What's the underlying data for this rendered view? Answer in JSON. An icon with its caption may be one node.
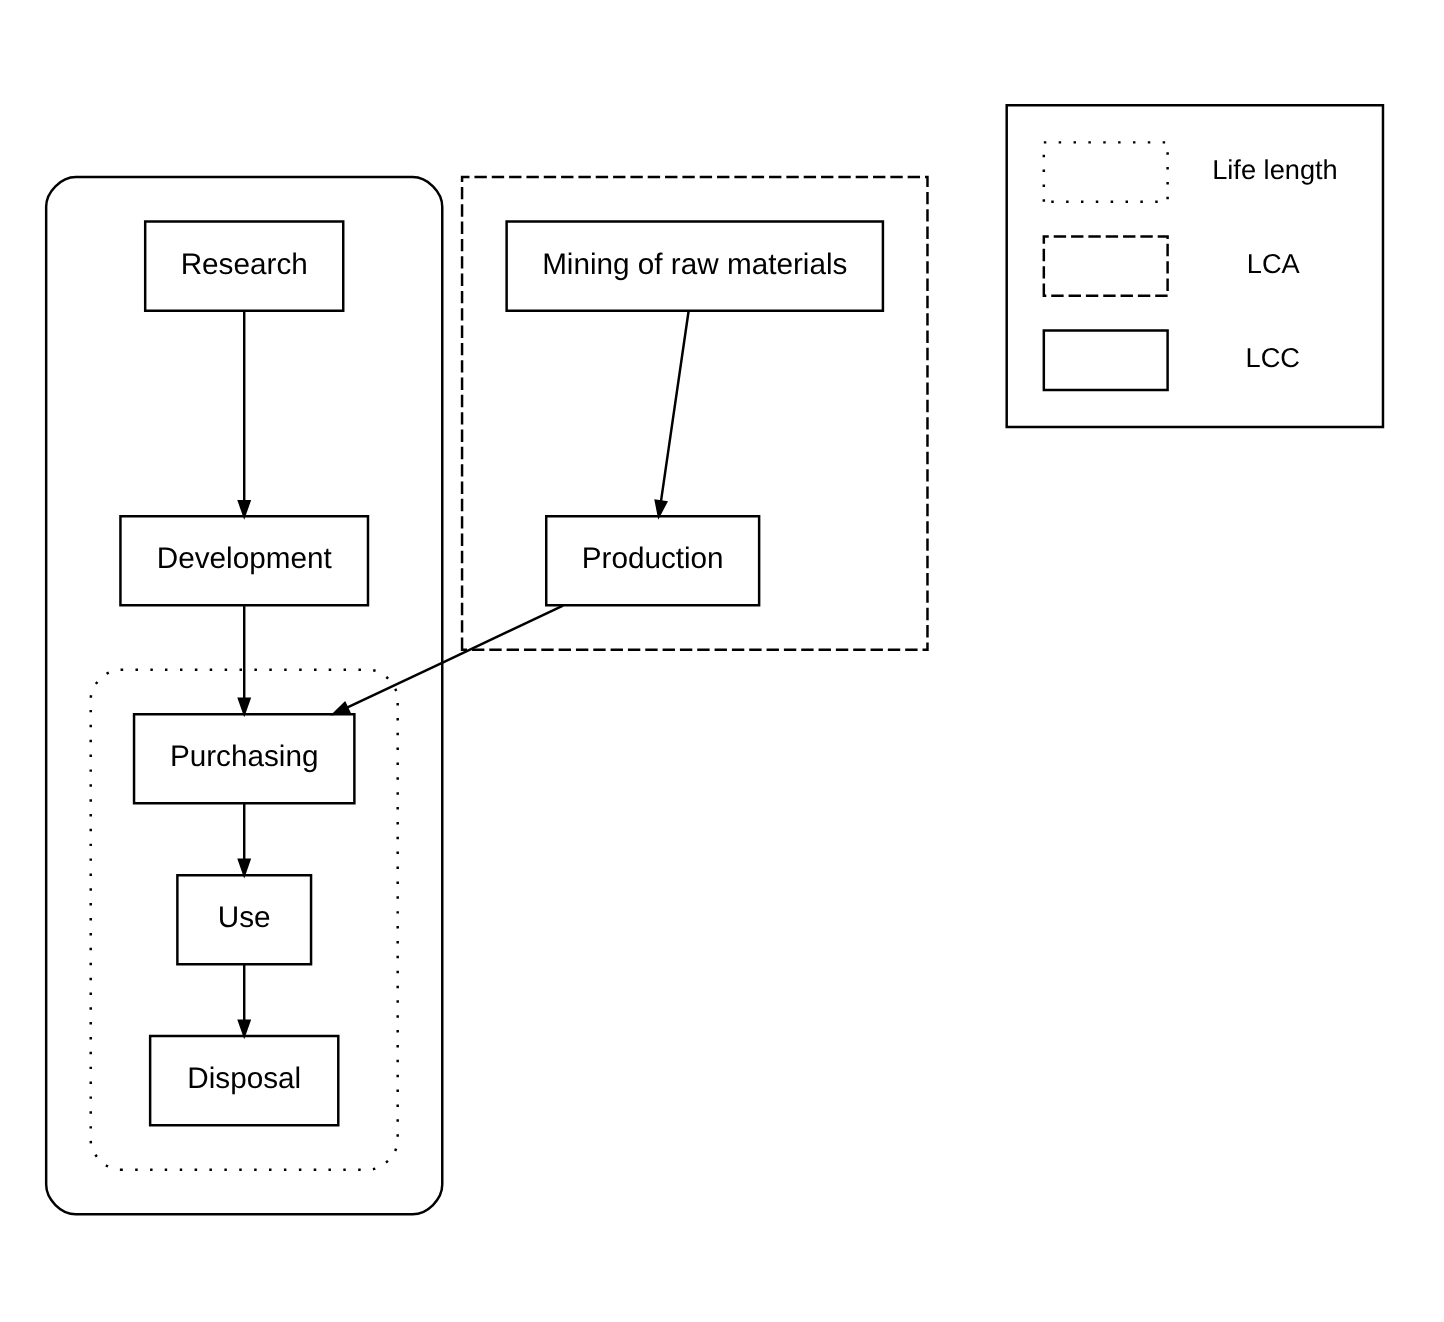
{
  "diagram": {
    "nodes": [
      {
        "text": [],
        "shape": "box"
      },
      {
        "text": [
          "Research"
        ],
        "in": 0
      },
      {
        "text": [
          "Development"
        ],
        "in": 0
      },
      {
        "text": [],
        "shape": "box",
        "in": 0
      },
      {
        "text": [
          "Purchasing"
        ],
        "in": 3
      },
      {
        "text": [
          "Use"
        ],
        "in": 3
      },
      {
        "text": [
          "Disposal"
        ],
        "in": 3
      },
      {
        "text": [],
        "shape": "box"
      },
      {
        "text": [
          "Mining of raw materials"
        ],
        "in": 7
      },
      {
        "text": [
          "Production"
        ],
        "in": 7
      }
    ],
    "edges": [
      {
        "from": 1,
        "to": 2,
        "arrow": "to"
      },
      {
        "from": 2,
        "to": 4,
        "arrow": "to"
      },
      {
        "from": 8,
        "to": 9,
        "arrow": "to"
      },
      {
        "from": 9,
        "to": 4,
        "arrow": "to"
      },
      {
        "from": 4,
        "to": 5,
        "arrow": "to"
      },
      {
        "from": 5,
        "to": 6,
        "arrow": "to"
      }
    ],
    "legend": [
      {
        "text": "Life length"
      },
      {
        "text": "LCA"
      },
      {
        "text": "LCC"
      }
    ]
  }
}
